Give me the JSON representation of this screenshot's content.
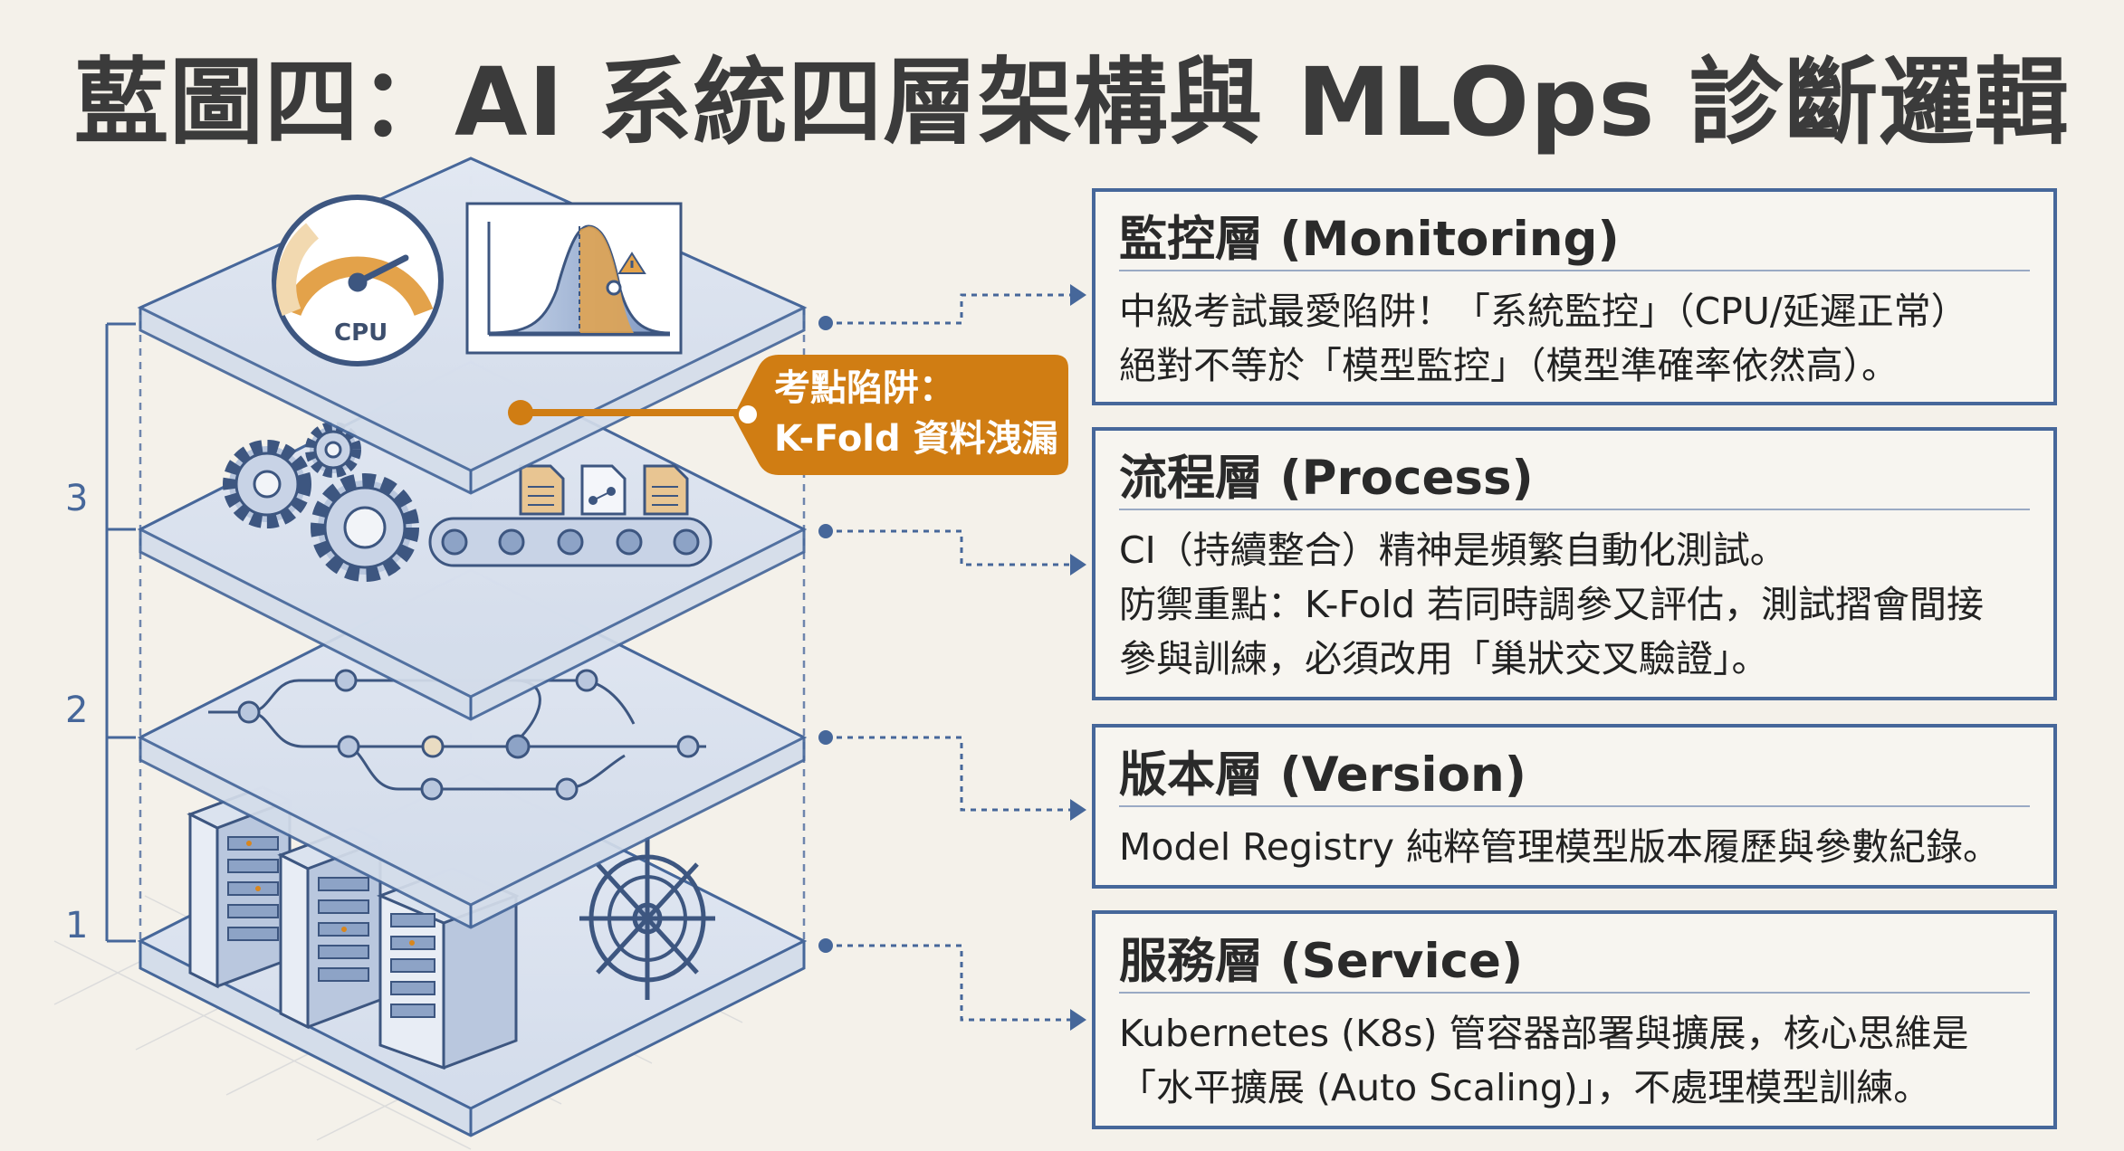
{
  "title": "藍圖四：AI 系統四層架構與 MLOps 診斷邏輯",
  "gauge_label": "CPU",
  "callout": {
    "line1": "考點陷阱：",
    "line2": "K-Fold 資料洩漏"
  },
  "layer_numbers": [
    "3",
    "2",
    "1"
  ],
  "panels": [
    {
      "title": "監控層 (Monitoring)",
      "lines": [
        "中級考試最愛陷阱！「系統監控」（CPU/延遲正常）",
        "絕對不等於「模型監控」（模型準確率依然高）。"
      ]
    },
    {
      "title": "流程層 (Process)",
      "lines": [
        "CI（持續整合）精神是頻繁自動化測試。",
        "防禦重點：K-Fold 若同時調參又評估，測試摺會間接",
        "參與訓練，必須改用「巢狀交叉驗證」。"
      ]
    },
    {
      "title": "版本層 (Version)",
      "lines": [
        "Model Registry 純粹管理模型版本履歷與參數紀錄。"
      ]
    },
    {
      "title": "服務層 (Service)",
      "lines": [
        "Kubernetes (K8s) 管容器部署與擴展，核心思維是",
        "「水平擴展 (Auto Scaling)」，不處理模型訓練。"
      ]
    }
  ],
  "colors": {
    "frame": "#46679a",
    "accent": "#d9861d",
    "callout": "#d07d13",
    "text": "#222222"
  }
}
